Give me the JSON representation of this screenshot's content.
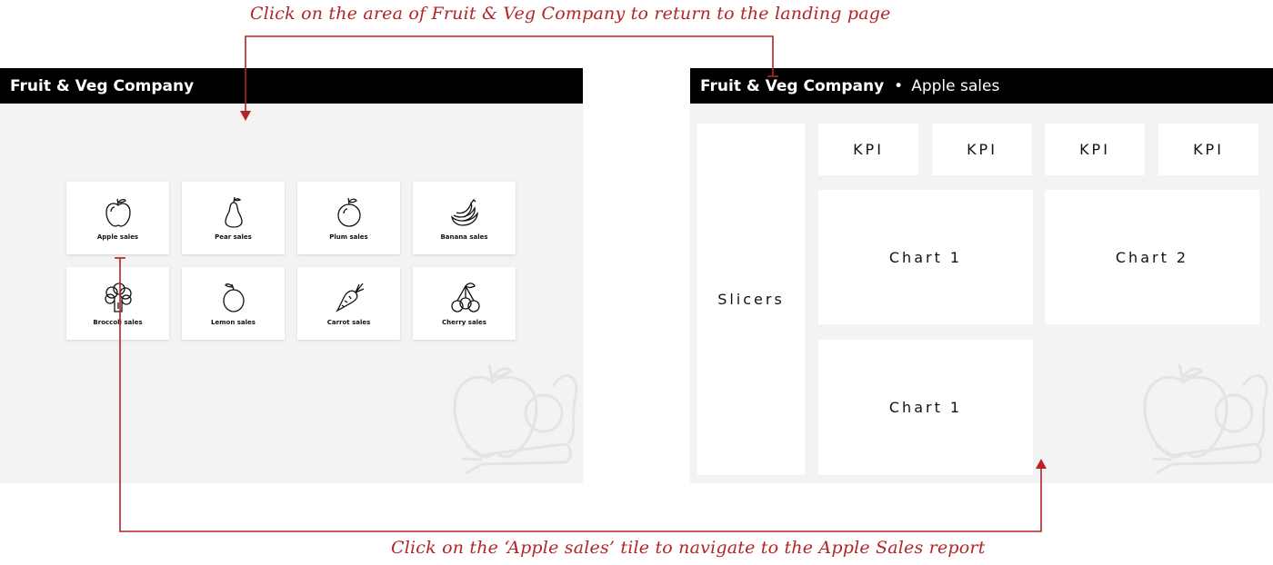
{
  "annotations": {
    "top": "Click on the area of Fruit & Veg Company to return to the landing page",
    "bottom": "Click on the ‘Apple sales’ tile to navigate to the Apple Sales report"
  },
  "landing": {
    "company": "Fruit & Veg Company",
    "tiles": [
      {
        "label": "Apple sales",
        "icon": "apple-icon"
      },
      {
        "label": "Pear sales",
        "icon": "pear-icon"
      },
      {
        "label": "Plum sales",
        "icon": "plum-icon"
      },
      {
        "label": "Banana sales",
        "icon": "banana-icon"
      },
      {
        "label": "Broccoli sales",
        "icon": "broccoli-icon"
      },
      {
        "label": "Lemon sales",
        "icon": "lemon-icon"
      },
      {
        "label": "Carrot sales",
        "icon": "carrot-icon"
      },
      {
        "label": "Cherry sales",
        "icon": "cherry-icon"
      }
    ]
  },
  "report": {
    "company": "Fruit & Veg Company",
    "separator": "•",
    "page": "Apple sales",
    "slicers": "Slicers",
    "kpis": [
      "KPI",
      "KPI",
      "KPI",
      "KPI"
    ],
    "charts": [
      "Chart 1",
      "Chart 2",
      "Chart 1"
    ]
  },
  "colors": {
    "annotation": "#b32525",
    "titlebar": "#000000",
    "canvas": "#f3f3f3"
  }
}
